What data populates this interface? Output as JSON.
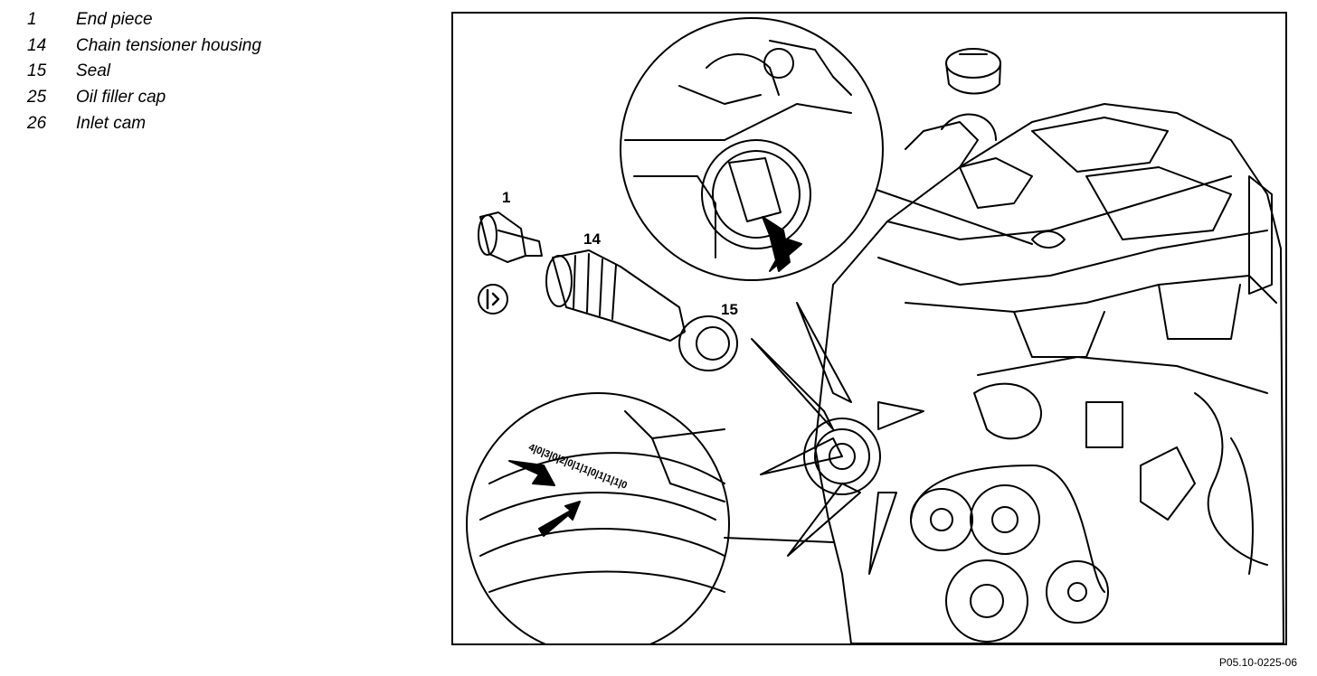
{
  "legend": [
    {
      "num": "1",
      "label": "End piece"
    },
    {
      "num": "14",
      "label": "Chain tensioner housing"
    },
    {
      "num": "15",
      "label": "Seal"
    },
    {
      "num": "25",
      "label": "Oil filler cap"
    },
    {
      "num": "26",
      "label": "Inlet cam"
    }
  ],
  "callouts": {
    "c1": "1",
    "c14": "14",
    "c15": "15"
  },
  "scale_marks": "4|0|3|0|2|0|1|1|0|1|1|1|0",
  "figure_id": "P05.10-0225-06"
}
